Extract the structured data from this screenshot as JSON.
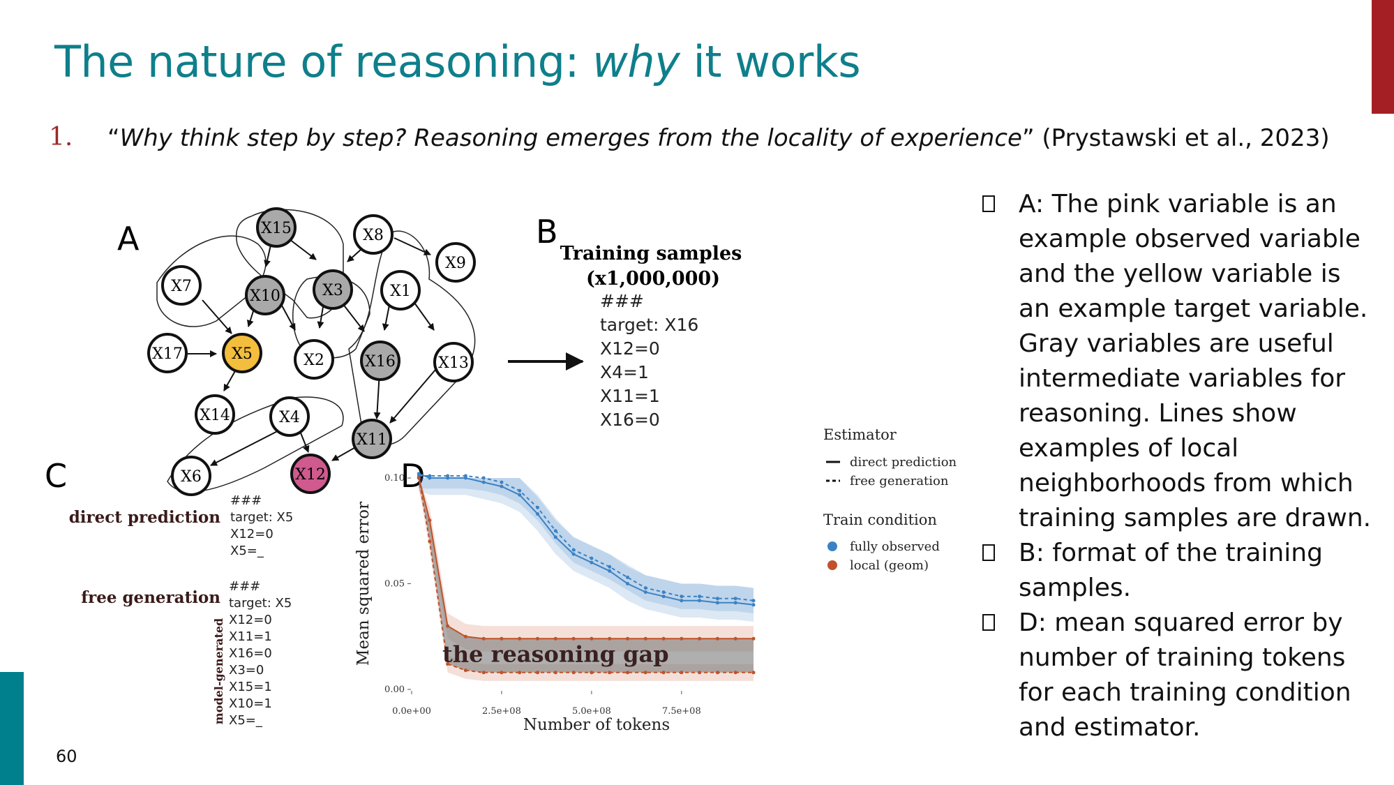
{
  "slide": {
    "title_prefix": "The nature of reasoning: ",
    "title_em": "why",
    "title_suffix": " it works",
    "reference_number": "1.",
    "reference_quote_open": "“",
    "reference_title": "Why think step by step? Reasoning emerges from the locality of experience",
    "reference_quote_close": "”",
    "reference_citation": " (Prystawski et al., 2023)",
    "page_number": "60",
    "colors": {
      "title": "#0e7f8b",
      "accent_top": "#a31f24",
      "accent_bottom": "#007f8c"
    }
  },
  "bullets": [
    "A: The pink variable is an example observed variable and the yellow variable is an example target variable. Gray variables are useful intermediate variables for reasoning. Lines show examples of local neighborhoods from which training samples are drawn.",
    "B: format of the training samples.",
    "D: mean squared error by number of training tokens for each training condition and estimator."
  ],
  "figure": {
    "panel_labels": {
      "a": "A",
      "b": "B",
      "c": "C",
      "d": "D"
    },
    "graph": {
      "nodes": [
        {
          "id": "X15",
          "fill": "gray"
        },
        {
          "id": "X8",
          "fill": "white"
        },
        {
          "id": "X9",
          "fill": "white"
        },
        {
          "id": "X7",
          "fill": "white"
        },
        {
          "id": "X10",
          "fill": "gray"
        },
        {
          "id": "X3",
          "fill": "gray"
        },
        {
          "id": "X1",
          "fill": "white"
        },
        {
          "id": "X17",
          "fill": "white"
        },
        {
          "id": "X5",
          "fill": "yellow"
        },
        {
          "id": "X2",
          "fill": "white"
        },
        {
          "id": "X16",
          "fill": "gray"
        },
        {
          "id": "X13",
          "fill": "white"
        },
        {
          "id": "X14",
          "fill": "white"
        },
        {
          "id": "X4",
          "fill": "white"
        },
        {
          "id": "X11",
          "fill": "gray"
        },
        {
          "id": "X6",
          "fill": "white"
        },
        {
          "id": "X12",
          "fill": "pink"
        }
      ],
      "colors": {
        "gray": "#a9a9a9",
        "yellow": "#f3bd3d",
        "pink": "#cf5a8e",
        "white": "#ffffff"
      }
    },
    "training_samples": {
      "heading_line1": "Training samples",
      "heading_line2": "(x1,000,000)",
      "lines": [
        "###",
        "target: X16",
        "X12=0",
        "X4=1",
        "X11=1",
        "X16=0"
      ]
    },
    "direct_prediction": {
      "label": "direct prediction",
      "lines": [
        "###",
        "target: X5",
        "X12=0",
        "X5=_"
      ]
    },
    "free_generation": {
      "label": "free generation",
      "lines": [
        "###",
        "target: X5",
        "X12=0",
        "X11=1",
        "X16=0",
        "X3=0",
        "X15=1",
        "X10=1",
        "X5=_"
      ],
      "side_label": "model-generated"
    }
  },
  "chart_data": {
    "type": "line",
    "xlabel": "Number of tokens",
    "ylabel": "Mean squared error",
    "xlim": [
      0,
      950000000.0
    ],
    "ylim": [
      0,
      0.1
    ],
    "x_ticks": [
      0,
      250000000.0,
      500000000.0,
      750000000.0
    ],
    "x_tick_labels": [
      "0.0e+00",
      "2.5e+08",
      "5.0e+08",
      "7.5e+08"
    ],
    "y_ticks": [
      0,
      0.05,
      0.1
    ],
    "y_tick_labels": [
      "0.00",
      "0.05",
      "0.10"
    ],
    "annotation": "the reasoning gap",
    "legend": {
      "placement": "right",
      "estimator_title": "Estimator",
      "estimator_items": [
        "direct prediction",
        "free generation"
      ],
      "condition_title": "Train condition",
      "condition_items": [
        "fully observed",
        "local (geom)"
      ]
    },
    "colors": {
      "fully observed": "#3b82c4",
      "local (geom)": "#c0522a",
      "gap": "#7a7a7a"
    },
    "x": [
      20000000.0,
      50000000.0,
      100000000.0,
      150000000.0,
      200000000.0,
      250000000.0,
      300000000.0,
      350000000.0,
      400000000.0,
      450000000.0,
      500000000.0,
      550000000.0,
      600000000.0,
      650000000.0,
      700000000.0,
      750000000.0,
      800000000.0,
      850000000.0,
      900000000.0,
      950000000.0
    ],
    "series": [
      {
        "name": "fully observed",
        "estimator": "direct prediction",
        "values": [
          0.102,
          0.1,
          0.1,
          0.1,
          0.098,
          0.096,
          0.092,
          0.083,
          0.072,
          0.064,
          0.06,
          0.056,
          0.05,
          0.046,
          0.044,
          0.042,
          0.042,
          0.041,
          0.041,
          0.04
        ]
      },
      {
        "name": "fully observed",
        "estimator": "free generation",
        "values": [
          0.101,
          0.101,
          0.101,
          0.101,
          0.1,
          0.098,
          0.094,
          0.086,
          0.075,
          0.066,
          0.062,
          0.058,
          0.053,
          0.048,
          0.046,
          0.044,
          0.044,
          0.043,
          0.043,
          0.042
        ]
      },
      {
        "name": "local (geom)",
        "estimator": "direct prediction",
        "values": [
          0.1,
          0.08,
          0.03,
          0.025,
          0.024,
          0.024,
          0.024,
          0.024,
          0.024,
          0.024,
          0.024,
          0.024,
          0.024,
          0.024,
          0.024,
          0.024,
          0.024,
          0.024,
          0.024,
          0.024
        ]
      },
      {
        "name": "local (geom)",
        "estimator": "free generation",
        "values": [
          0.1,
          0.07,
          0.012,
          0.009,
          0.008,
          0.008,
          0.008,
          0.008,
          0.008,
          0.008,
          0.008,
          0.008,
          0.008,
          0.008,
          0.008,
          0.008,
          0.008,
          0.008,
          0.008,
          0.008
        ]
      }
    ]
  }
}
